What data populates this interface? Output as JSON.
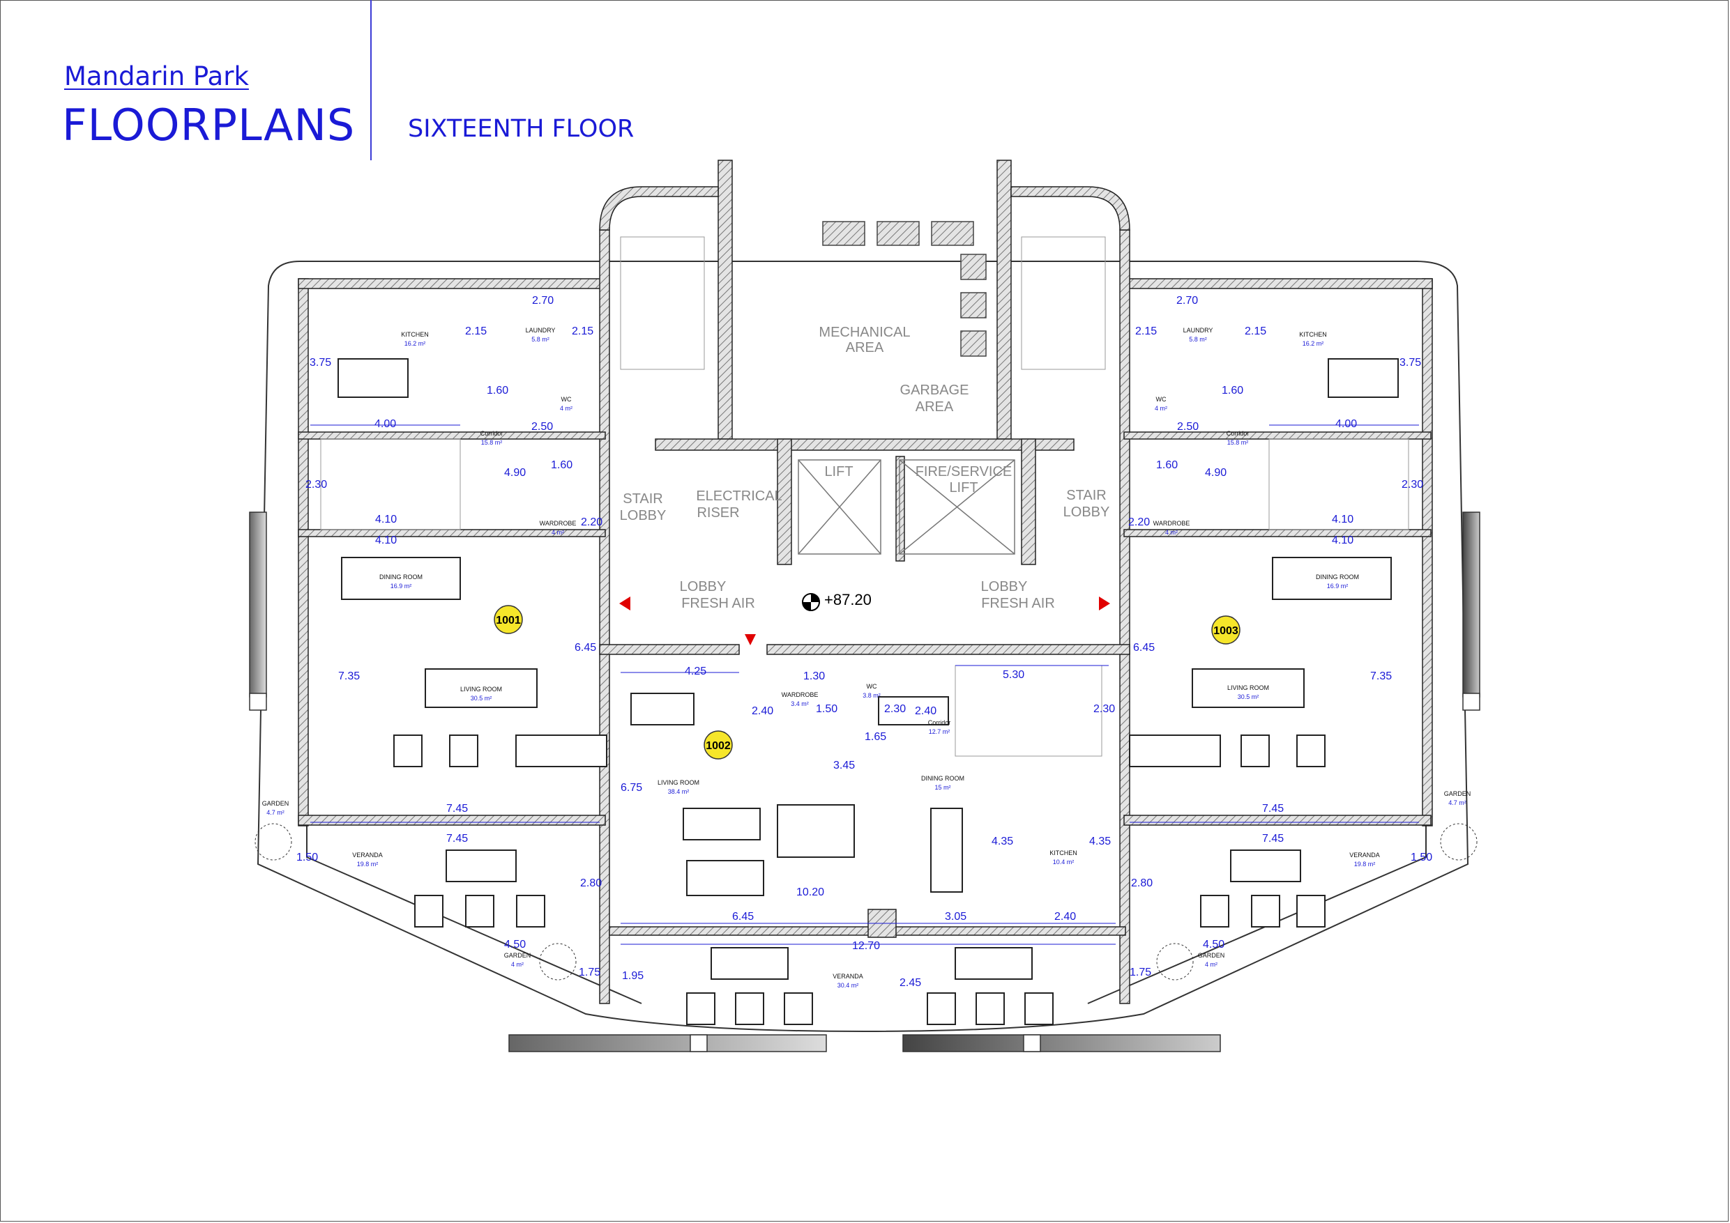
{
  "header": {
    "project": "Mandarin Park",
    "title": "FLOORPLANS",
    "floor": "SIXTEENTH FLOOR"
  },
  "core": {
    "mechanical_area": [
      "MECHANICAL",
      "AREA"
    ],
    "garbage_area": [
      "GARBAGE",
      "AREA"
    ],
    "stair_lobby_left": [
      "STAIR",
      "LOBBY"
    ],
    "stair_lobby_right": [
      "STAIR",
      "LOBBY"
    ],
    "electrical_riser": [
      "ELECTRICAL",
      "RISER"
    ],
    "lift": "LIFT",
    "fire_lift": [
      "FIRE/SERVICE",
      "LIFT"
    ],
    "lobby_left": [
      "LOBBY",
      "FRESH AIR"
    ],
    "lobby_right": [
      "LOBBY",
      "FRESH AIR"
    ],
    "level": "+87.20"
  },
  "units": {
    "u1001": "1001",
    "u1002": "1002",
    "u1003": "1003"
  },
  "rooms": {
    "kitchen_l": {
      "name": "KITCHEN",
      "area": "16.2 m²"
    },
    "laundry_l": {
      "name": "LAUNDRY",
      "area": "5.8 m²"
    },
    "wc_l": {
      "name": "WC",
      "area": "4 m²"
    },
    "corridor_l": {
      "name": "Corridor",
      "area": "15.8 m²"
    },
    "wardrobe_l": {
      "name": "WARDROBE",
      "area": "4 m²"
    },
    "dining_l": {
      "name": "DINING ROOM",
      "area": "16.9 m²"
    },
    "living_l": {
      "name": "LIVING ROOM",
      "area": "30.5 m²"
    },
    "garden_l1": {
      "name": "GARDEN",
      "area": "4.7 m²"
    },
    "veranda_l": {
      "name": "VERANDA",
      "area": "19.8 m²"
    },
    "garden_l2": {
      "name": "GARDEN",
      "area": "4 m²"
    },
    "kitchen_r": {
      "name": "KITCHEN",
      "area": "16.2 m²"
    },
    "laundry_r": {
      "name": "LAUNDRY",
      "area": "5.8 m²"
    },
    "wc_r": {
      "name": "WC",
      "area": "4 m²"
    },
    "corridor_r": {
      "name": "Corridor",
      "area": "15.8 m²"
    },
    "wardrobe_r": {
      "name": "WARDROBE",
      "area": "4 m²"
    },
    "dining_r": {
      "name": "DINING ROOM",
      "area": "16.9 m²"
    },
    "living_r": {
      "name": "LIVING ROOM",
      "area": "30.5 m²"
    },
    "garden_r1": {
      "name": "GARDEN",
      "area": "4.7 m²"
    },
    "veranda_r": {
      "name": "VERANDA",
      "area": "19.8 m²"
    },
    "garden_r2": {
      "name": "GARDEN",
      "area": "4 m²"
    },
    "wardrobe_m": {
      "name": "WARDROBE",
      "area": "3.4 m²"
    },
    "wc_m": {
      "name": "WC",
      "area": "3.8 m²"
    },
    "corridor_m": {
      "name": "Corridor",
      "area": "12.7 m²"
    },
    "living_m": {
      "name": "LIVING ROOM",
      "area": "38.4 m²"
    },
    "dining_m": {
      "name": "DINING ROOM",
      "area": "15 m²"
    },
    "kitchen_m": {
      "name": "KITCHEN",
      "area": "10.4 m²"
    },
    "veranda_m": {
      "name": "VERANDA",
      "area": "30.4 m²"
    }
  },
  "dims": {
    "l_270": "2.70",
    "l_215a": "2.15",
    "l_215b": "2.15",
    "l_375": "3.75",
    "l_160": "1.60",
    "l_400": "4.00",
    "l_250": "2.50",
    "l_490": "4.90",
    "l_160b": "1.60",
    "l_230": "2.30",
    "l_410a": "4.10",
    "l_410b": "4.10",
    "l_220": "2.20",
    "l_645": "6.45",
    "l_735": "7.35",
    "l_745a": "7.45",
    "l_745b": "7.45",
    "l_150": "1.50",
    "l_450": "4.50",
    "l_175": "1.75",
    "m_425": "4.25",
    "m_240": "2.40",
    "m_130": "1.30",
    "m_150": "1.50",
    "m_230": "2.30",
    "m_240b": "2.40",
    "m_530": "5.30",
    "m_230b": "2.30",
    "m_165": "1.65",
    "m_345": "3.45",
    "m_675": "6.75",
    "m_435a": "4.35",
    "m_435b": "4.35",
    "m_280": "2.80",
    "m_1020": "10.20",
    "m_645": "6.45",
    "m_305": "3.05",
    "m_240c": "2.40",
    "m_1270": "12.70",
    "m_195": "1.95",
    "m_245": "2.45",
    "r_270": "2.70",
    "r_215a": "2.15",
    "r_215b": "2.15",
    "r_375": "3.75",
    "r_160": "1.60",
    "r_400": "4.00",
    "r_250": "2.50",
    "r_490": "4.90",
    "r_160b": "1.60",
    "r_230": "2.30",
    "r_410a": "4.10",
    "r_410b": "4.10",
    "r_220": "2.20",
    "r_645": "6.45",
    "r_735": "7.35",
    "r_745a": "7.45",
    "r_745b": "7.45",
    "r_150": "1.50",
    "r_450": "4.50",
    "r_175": "1.75",
    "r_280": "2.80"
  }
}
